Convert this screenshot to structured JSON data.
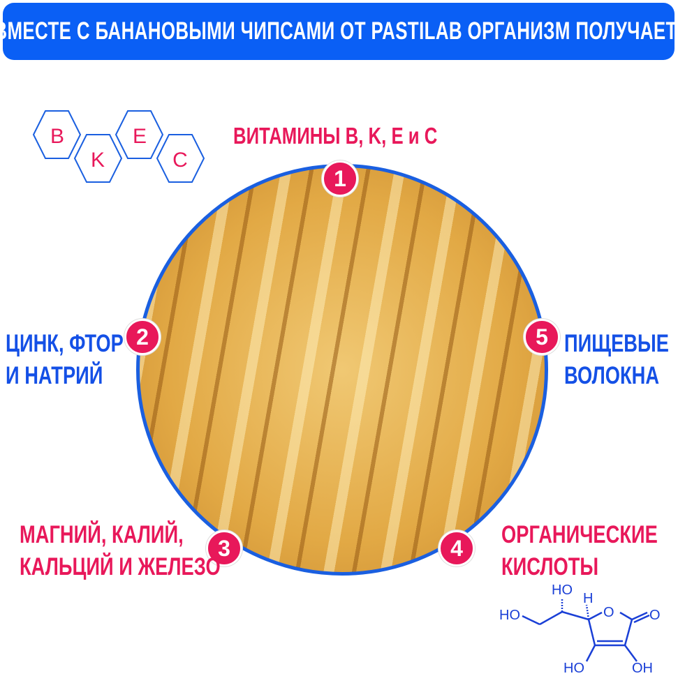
{
  "banner": {
    "title": "ВМЕСТЕ С БАНАНОВЫМИ ЧИПСАМИ ОТ PASTILAB ОРГАНИЗМ ПОЛУЧАЕТ:"
  },
  "colors": {
    "banner": "#0a5ff5",
    "accent_pink": "#e8185a",
    "accent_blue": "#1450e6"
  },
  "hexagons": [
    "B",
    "K",
    "E",
    "C"
  ],
  "benefits": [
    {
      "number": "1",
      "lines": [
        "ВИТАМИНЫ B, K, E и C"
      ]
    },
    {
      "number": "2",
      "lines": [
        "ЦИНК, ФТОР",
        "И НАТРИЙ"
      ]
    },
    {
      "number": "3",
      "lines": [
        "МАГНИЙ, КАЛИЙ,",
        "КАЛЬЦИЙ И ЖЕЛЕЗО"
      ]
    },
    {
      "number": "4",
      "lines": [
        "ОРГАНИЧЕСКИЕ",
        "КИСЛОТЫ"
      ]
    },
    {
      "number": "5",
      "lines": [
        "ПИЩЕВЫЕ",
        "ВОЛОКНА"
      ]
    }
  ],
  "molecule": {
    "ho_top": "HO",
    "ho_left": "HO",
    "h": "H",
    "o_ring": "O",
    "o_keto": "O",
    "ho_bottom": "HO",
    "oh_bottom": "OH"
  }
}
